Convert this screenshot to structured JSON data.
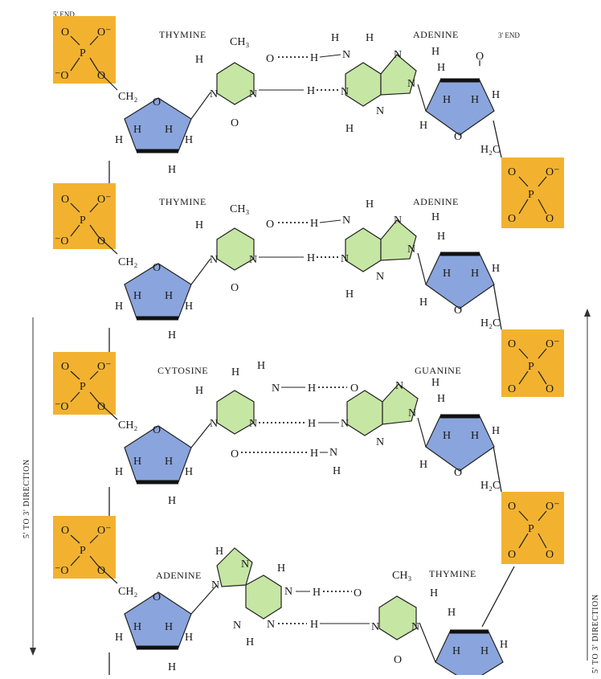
{
  "ends": {
    "five_prime": "5' END",
    "three_prime": "3' END"
  },
  "direction": {
    "left": "5' TO 3' DIRECTION",
    "right": "5' TO 3' DIRECTION"
  },
  "pairs": [
    {
      "left": "THYMINE",
      "right": "ADENINE"
    },
    {
      "left": "THYMINE",
      "right": "ADENINE"
    },
    {
      "left": "CYTOSINE",
      "right": "GUANINE"
    },
    {
      "left": "ADENINE",
      "right": "THYMINE"
    }
  ],
  "atoms": {
    "phosphorus": "P",
    "oxygen": "O",
    "o_minus": "O⁻",
    "minus_o": "⁻O",
    "hydrogen": "H",
    "nitrogen": "N",
    "methylene": "CH₂",
    "h2c": "H₂C",
    "methyl": "CH₃"
  },
  "colors": {
    "phosphate": "#f2b230",
    "sugar": "#8aa5dd",
    "base": "#c6e6a4",
    "line": "#222222",
    "background": "#ffffff"
  }
}
